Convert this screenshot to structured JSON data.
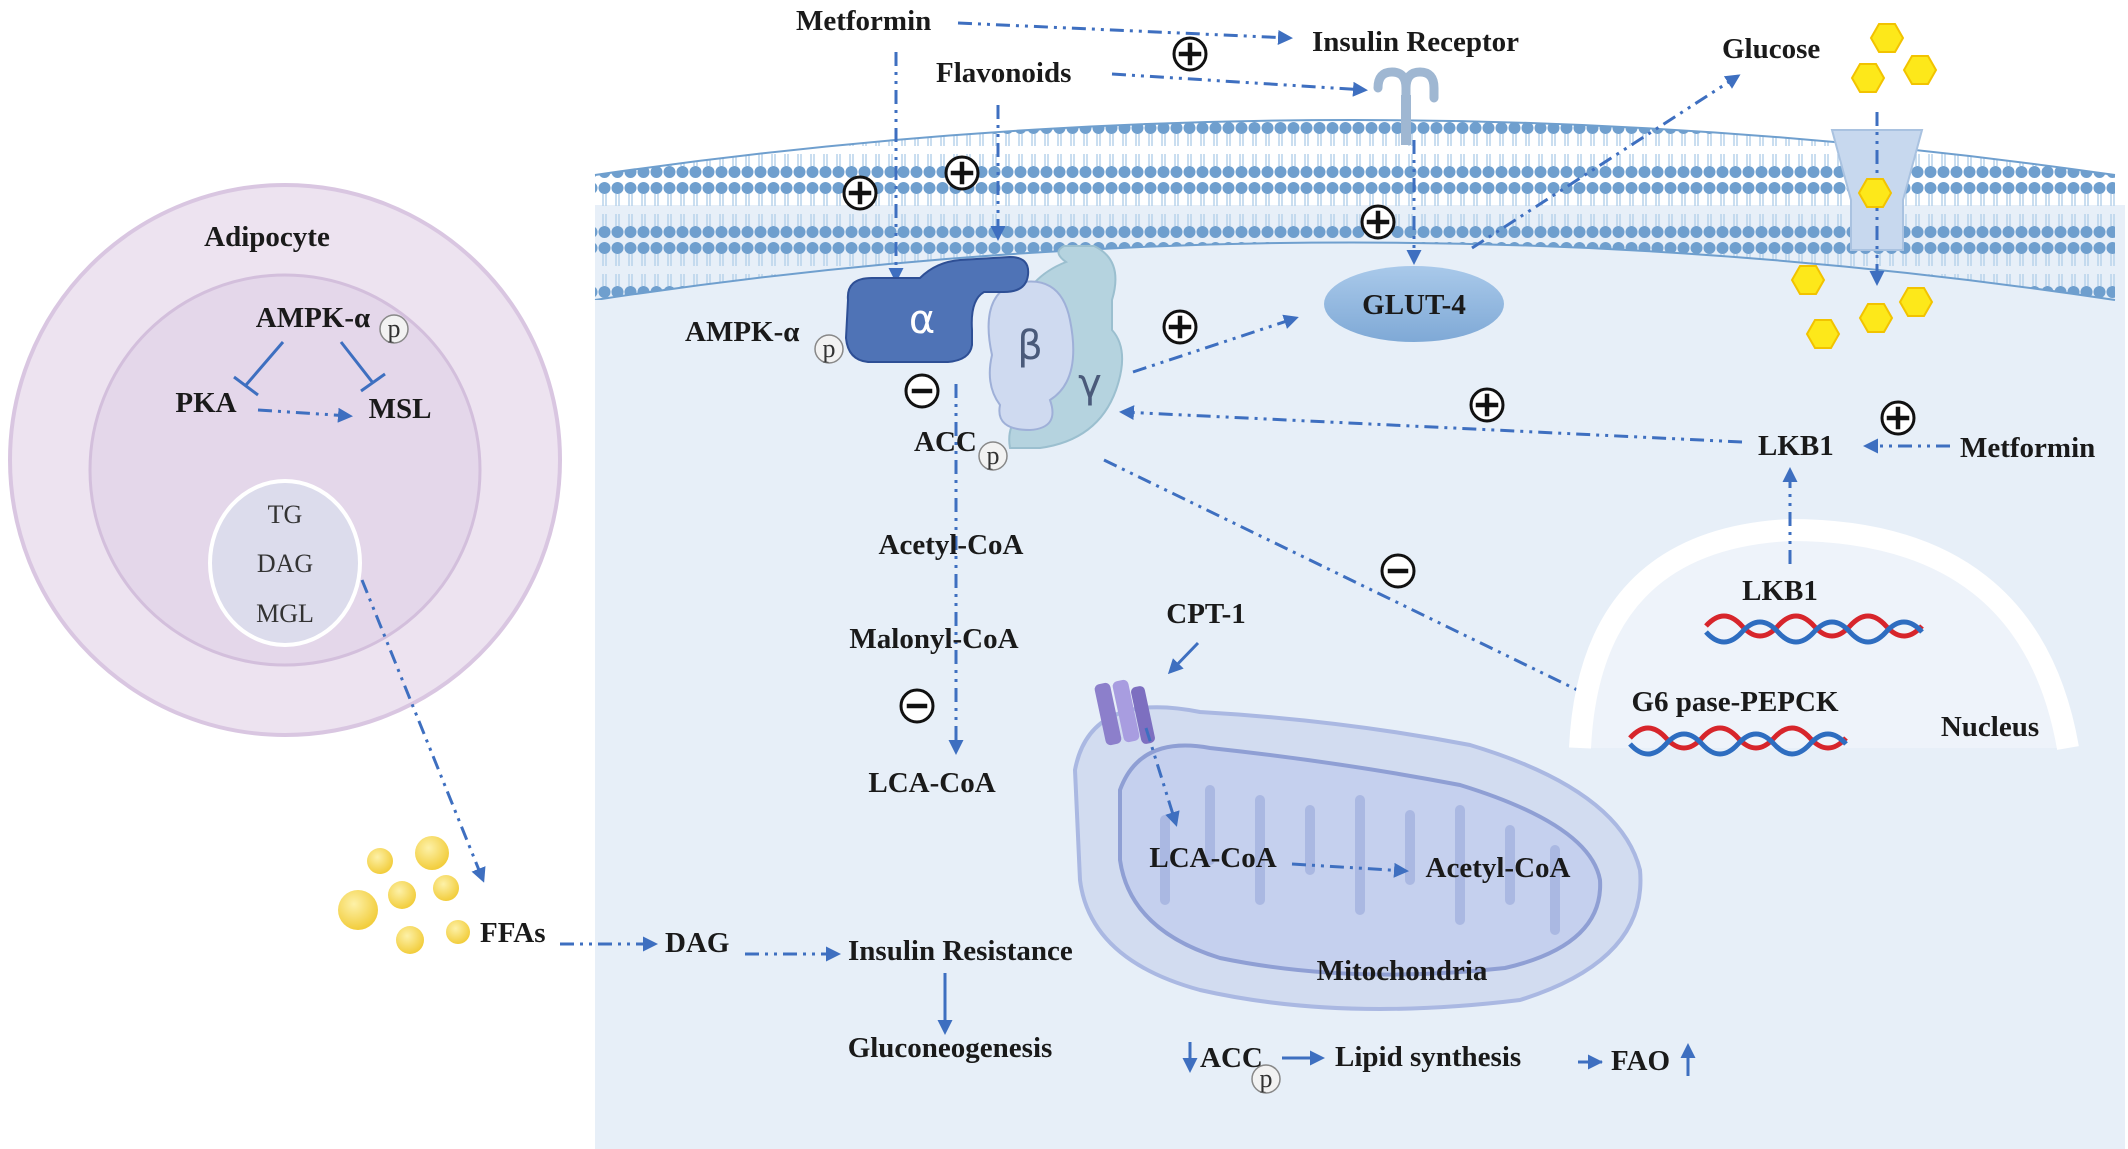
{
  "colors": {
    "cell": "#e7eff8",
    "membrane": "#8ab3d9",
    "adipocyte_outer": "#ede3f0",
    "adipocyte_inner": "#e4d7ea",
    "arrow": "#3e6fc0",
    "glucose": "#fde81a",
    "dna_red": "#d7252b",
    "dna_blue": "#2e6dc0",
    "ffa": "#f6d75a"
  },
  "icons": [
    "plus-sign-icon",
    "minus-sign-icon",
    "phospho-p-icon",
    "glucose-hexagon-icon",
    "dna-helix-icon",
    "insulin-receptor-icon",
    "cpt1-channel-icon",
    "glucose-transporter-icon"
  ],
  "labels": {
    "adipocyte": "Adipocyte",
    "ampk_adipocyte": "AMPK-α",
    "pka": "PKA",
    "msl": "MSL",
    "tg": "TG",
    "dag_lipid": "DAG",
    "mgl": "MGL",
    "ffas": "FFAs",
    "dag": "DAG",
    "insulin_resistance": "Insulin Resistance",
    "gluconeogenesis": "Gluconeogenesis",
    "metformin_top": "Metformin",
    "flavonoids": "Flavonoids",
    "insulin_receptor": "Insulin Receptor",
    "glucose": "Glucose",
    "glut4": "GLUT-4",
    "ampk": "AMPK-α",
    "alpha": "α",
    "beta": "β",
    "gamma": "γ",
    "acc": "ACC",
    "acetyl_coa": "Acetyl-CoA",
    "malonyl_coa": "Malonyl-CoA",
    "lca_coa": "LCA-CoA",
    "cpt1": "CPT-1",
    "mito_lca_coa": "LCA-CoA",
    "mito_acetyl_coa": "Acetyl-CoA",
    "mitochondria": "Mitochondria",
    "acc_bottom": "ACC",
    "lipid_synthesis": "Lipid synthesis",
    "fao": "FAO",
    "lkb1_cyto": "LKB1",
    "metformin_right": "Metformin",
    "lkb1_nucleus": "LKB1",
    "g6pase_pepck": "G6 pase-PEPCK",
    "nucleus": "Nucleus",
    "phospho": "p"
  }
}
